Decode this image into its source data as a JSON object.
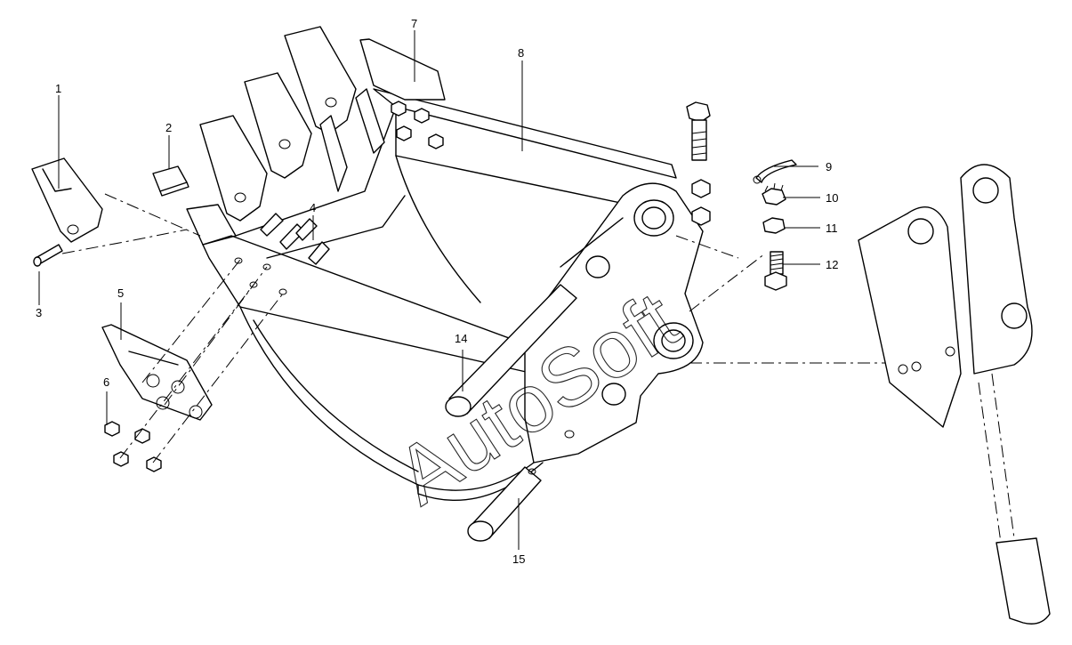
{
  "diagram": {
    "callouts": [
      {
        "id": "c1",
        "label": "1"
      },
      {
        "id": "c2",
        "label": "2"
      },
      {
        "id": "c3",
        "label": "3"
      },
      {
        "id": "c4",
        "label": "4"
      },
      {
        "id": "c5",
        "label": "5"
      },
      {
        "id": "c6",
        "label": "6"
      },
      {
        "id": "c7",
        "label": "7"
      },
      {
        "id": "c8",
        "label": "8"
      },
      {
        "id": "c9",
        "label": "9"
      },
      {
        "id": "c10",
        "label": "10"
      },
      {
        "id": "c11",
        "label": "11"
      },
      {
        "id": "c12",
        "label": "12"
      },
      {
        "id": "c14",
        "label": "14"
      },
      {
        "id": "c15",
        "label": "15"
      }
    ],
    "watermark": "AutoSoft"
  }
}
